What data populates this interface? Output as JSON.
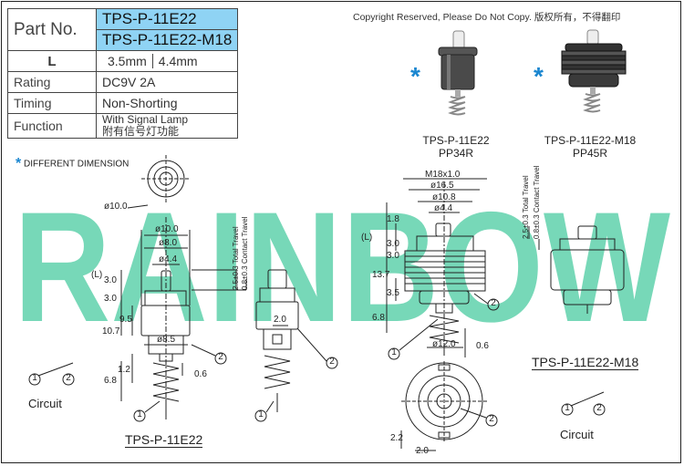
{
  "spec_table": {
    "part_no_label": "Part No.",
    "part_numbers": [
      "TPS-P-11E22",
      "TPS-P-11E22-M18"
    ],
    "l_label": "L",
    "l_values": [
      "3.5mm",
      "4.4mm"
    ],
    "rating_label": "Rating",
    "rating_value": "DC9V 2A",
    "timing_label": "Timing",
    "timing_value": "Non-Shorting",
    "function_label": "Function",
    "function_value_en": "With Signal Lamp",
    "function_value_cn": "附有信号灯功能"
  },
  "copyright": "Copyright Reserved, Please Do Not Copy. 版权所有，不得翻印",
  "legend": {
    "star": "*",
    "text": "DIFFERENT DIMENSION"
  },
  "watermark": "RAINBOW",
  "products": {
    "left_photo_name": "TPS-P-11E22",
    "left_photo_code": "PP34R",
    "right_photo_name": "TPS-P-11E22-M18",
    "right_photo_code": "PP45R"
  },
  "drawing_titles": {
    "left": "TPS-P-11E22",
    "right": "TPS-P-11E22-M18"
  },
  "circuit_label": "Circuit",
  "terminal_labels": [
    "1",
    "2"
  ],
  "dimensions_left": {
    "d10_top": "ø10.0",
    "d10": "ø10.0",
    "d8": "ø8.0",
    "d4_4": "ø4.4",
    "d8_5": "ø8.5",
    "travel_total": "2.5±0.3 Total Travel",
    "travel_contact": "0.8±0.3 Contact Travel",
    "L": "(L)",
    "h3_0a": "3.0",
    "h3_0b": "3.0",
    "h10_7": "10.7",
    "h9_5": "9.5",
    "h6_8": "6.8",
    "h1_2": "1.2",
    "h0_6": "0.6",
    "w2_0": "2.0"
  },
  "dimensions_right": {
    "M18": "M18x1.0",
    "d16_5": "ø16.5",
    "d10_8": "ø10.8",
    "d4_4": "ø4.4",
    "d12": "ø12.0",
    "L": "(L)",
    "h1_8": "1.8",
    "h3_0a": "3.0",
    "h3_0b": "3.0",
    "h13_7": "13.7",
    "h3_5": "3.5",
    "h6_8": "6.8",
    "h0_6": "0.6",
    "h2_2": "2.2",
    "w2_0": "2.0",
    "travel_total": "2.5±0.3 Total Travel",
    "travel_contact": "0.8±0.3 Contact Travel"
  }
}
